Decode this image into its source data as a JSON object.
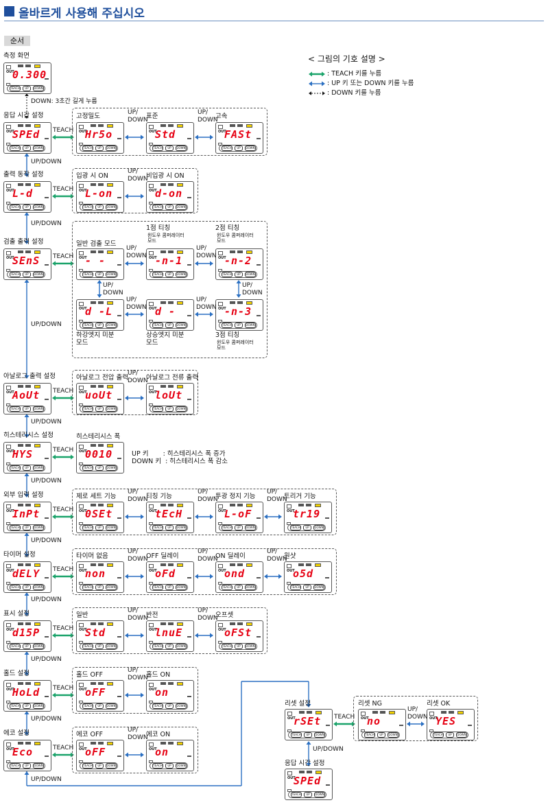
{
  "header": {
    "title": "올바르게 사용해 주십시오"
  },
  "section": {
    "label": "순서"
  },
  "legend": {
    "title": "< 그림의 기호 설명 >",
    "items": [
      ": TEACH 키를 누름",
      ": UP 키 또는 DOWN 키를 누름",
      ": DOWN 키를 누름"
    ]
  },
  "buttons": {
    "teach": "TEACH",
    "up": "UP",
    "down": "DOWN",
    "out": "OUT"
  },
  "conn": {
    "teach": "TEACH",
    "updown": "UP/\nDOWN",
    "updown_line": "UP/DOWN",
    "down_hold": "DOWN: 3초간 길게 누름"
  },
  "rows": {
    "measure": {
      "label": "측정 화면",
      "seg": "0.300"
    },
    "sped": {
      "label": "응답 시간 설정",
      "seg": "SPEd",
      "opts": [
        {
          "label": "고정밀도",
          "seg": "Hr5o"
        },
        {
          "label": "표준",
          "seg": "Std"
        },
        {
          "label": "고속",
          "seg": "FASt"
        }
      ]
    },
    "ld": {
      "label": "출력 동작 설정",
      "seg": "L-d",
      "opts": [
        {
          "label": "입광 시 ON",
          "seg": "L-on"
        },
        {
          "label": "비입광 시 ON",
          "seg": "d-on"
        }
      ]
    },
    "sens": {
      "label": "검출 출력 설정",
      "seg": "SEnS",
      "opts": [
        {
          "label": "일반 검출 모드",
          "seg": "-  -"
        },
        {
          "label": "1점 티칭",
          "note": "윈도우 콤퍼레이터\n모드",
          "seg": "-n-1"
        },
        {
          "label": "2점 티칭",
          "note": "윈도우 콤퍼레이터\n모드",
          "seg": "-n-2"
        },
        {
          "label": "하강엣지 미분\n모드",
          "seg": "d -L"
        },
        {
          "label": "상승엣지 미분\n모드",
          "seg": "d -"
        },
        {
          "label": "3점 티칭",
          "note": "윈도우 콤퍼레이터\n모드",
          "seg": "-n-3"
        }
      ]
    },
    "aout": {
      "label": "아날로그 출력 설정",
      "seg": "AoUt",
      "opts": [
        {
          "label": "아날로그 전압 출력",
          "seg": "uoUt"
        },
        {
          "label": "아날로그 전류 출력",
          "seg": "loUt"
        }
      ]
    },
    "hys": {
      "label": "히스테리시스 설정",
      "seg": "HYS",
      "opts": [
        {
          "label": "히스테리시스 폭",
          "seg": "0010"
        }
      ],
      "notes": [
        "UP 키       : 히스테리시스 폭 증가",
        "DOWN 키  : 히스테리시스 폭 감소"
      ]
    },
    "inpt": {
      "label": "외부 입력 설정",
      "seg": "InPt",
      "opts": [
        {
          "label": "제로 세트 기능",
          "seg": "0SEt"
        },
        {
          "label": "티칭 기능",
          "seg": "tEcH"
        },
        {
          "label": "투광 정지 기능",
          "seg": "L-oF"
        },
        {
          "label": "트리거 기능",
          "seg": "tr19"
        }
      ]
    },
    "dely": {
      "label": "타이머 설정",
      "seg": "dELY",
      "opts": [
        {
          "label": "타이머 없음",
          "seg": "non"
        },
        {
          "label": "OFF 딜레이",
          "seg": "oFd"
        },
        {
          "label": "ON 딜레이",
          "seg": "ond"
        },
        {
          "label": "원샷",
          "seg": "o5d"
        }
      ]
    },
    "disp": {
      "label": "표시 설정",
      "seg": "d15P",
      "opts": [
        {
          "label": "일반",
          "seg": "Std"
        },
        {
          "label": "반전",
          "seg": "lnuE"
        },
        {
          "label": "오프셋",
          "seg": "oFSt"
        }
      ]
    },
    "hold": {
      "label": "홀드 설정",
      "seg": "HoLd",
      "opts": [
        {
          "label": "홀드 OFF",
          "seg": "oFF"
        },
        {
          "label": "홀드 ON",
          "seg": "on"
        }
      ]
    },
    "eco": {
      "label": "에코 설정",
      "seg": "Eco",
      "opts": [
        {
          "label": "에코 OFF",
          "seg": "oFF"
        },
        {
          "label": "에코 ON",
          "seg": "on"
        }
      ]
    },
    "rset": {
      "label": "리셋 설정",
      "seg": "rSEt",
      "opts": [
        {
          "label": "리셋 NG",
          "seg": "no"
        },
        {
          "label": "리셋 OK",
          "seg": "YES"
        }
      ]
    },
    "sped2": {
      "label": "응답 시간 설정",
      "seg": "SPEd"
    }
  },
  "colors": {
    "teach_arrow": "#1aa36a",
    "updown_arrow": "#2a6fc2",
    "title": "#1f4f9c",
    "segment": "#e60012"
  }
}
